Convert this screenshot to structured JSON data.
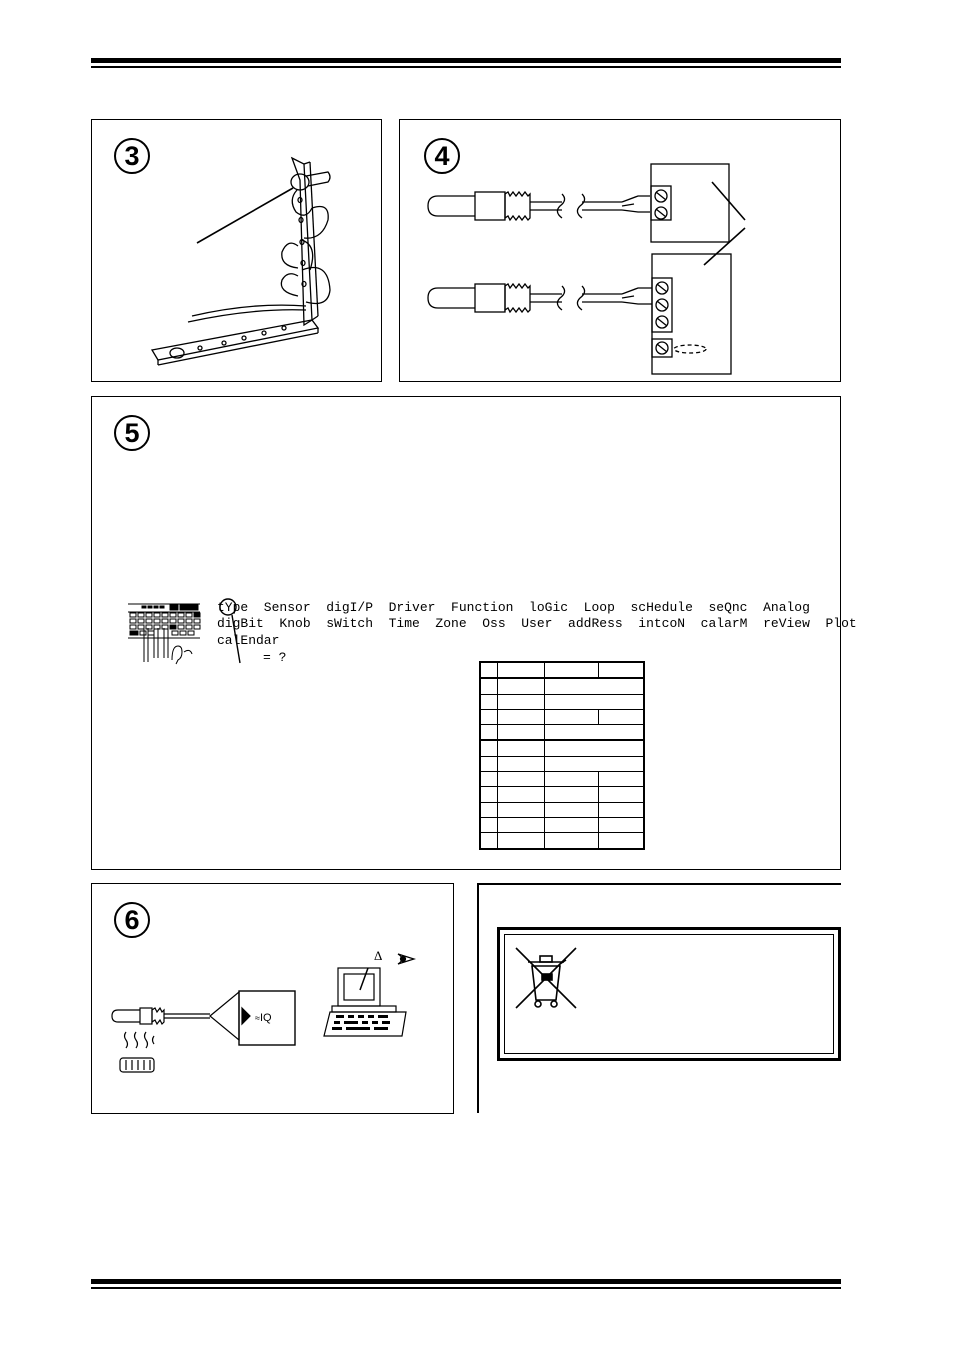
{
  "panels": {
    "panel3": {
      "step": "3"
    },
    "panel4": {
      "step": "4"
    },
    "panel5": {
      "step": "5",
      "menu_line1": "tYpe  Sensor  digI/P  Driver  Function  loGic  Loop  scHedule  seQnc  Analog",
      "menu_line2": "digBit  Knob  sWitch  Time  Zone  Oss  User  addRess  intcoN  calarM  reView  Plot",
      "menu_line3": "calEndar",
      "query": "= ?"
    },
    "panel6": {
      "step": "6",
      "device_label": "IQ",
      "device_symbol": "≈",
      "delta_symbol": "Δ"
    }
  },
  "icons": [
    "bracket-illustration",
    "sensor-probe-icon",
    "terminal-block-icon",
    "keypad-icon",
    "computer-icon",
    "weee-crossed-bin-icon",
    "eye-icon"
  ]
}
